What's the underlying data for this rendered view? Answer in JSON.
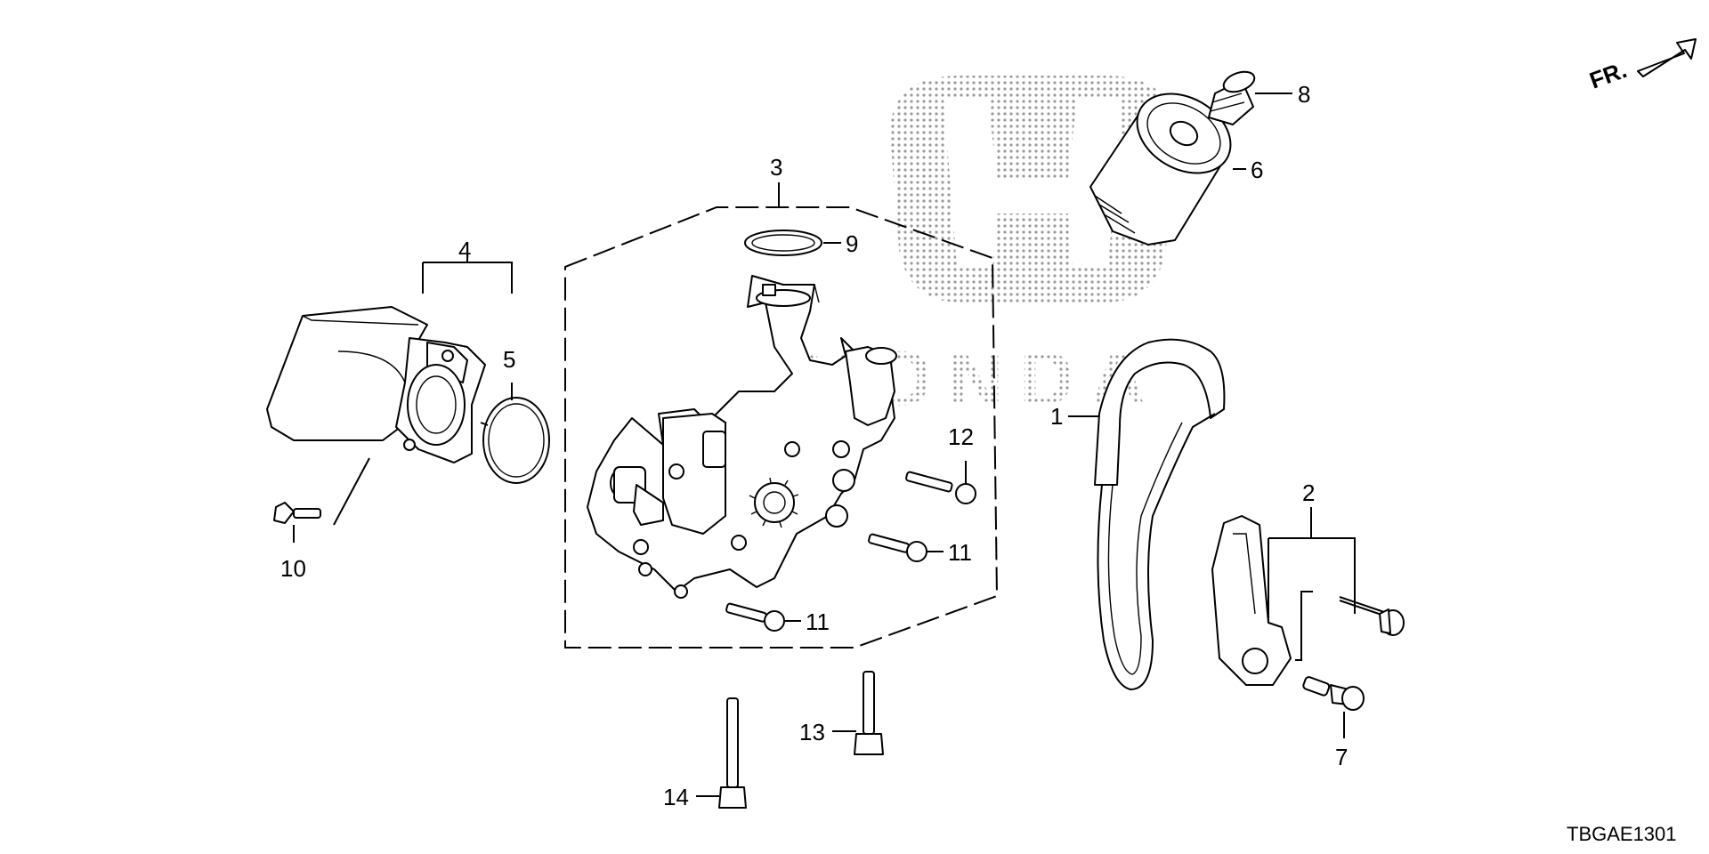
{
  "diagram": {
    "watermark_text": "HONDA",
    "direction_label": "FR.",
    "diagram_code": "TBGAE1301",
    "callouts": [
      "1",
      "2",
      "3",
      "4",
      "5",
      "6",
      "7",
      "8",
      "9",
      "10",
      "11",
      "11",
      "12",
      "13",
      "14"
    ],
    "colors": {
      "line": "#000000",
      "background": "#ffffff",
      "watermark": "#9a9a9a"
    }
  }
}
